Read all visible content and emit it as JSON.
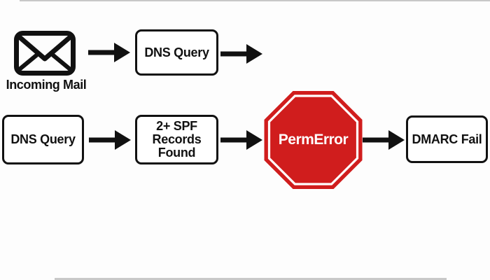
{
  "diagram": {
    "background": "#fdfdfd",
    "colors": {
      "line": "#111111",
      "box_fill": "#ffffff",
      "stop_red": "#d01d1d",
      "stop_text": "#ffffff",
      "edge_noise": "#c8c8c8"
    },
    "top_row": {
      "incoming_mail_label": "Incoming Mail",
      "dns_query_label": "DNS Query"
    },
    "bottom_row": {
      "dns_query_label": "DNS Query",
      "spf_lines": [
        "2+ SPF",
        "Records",
        "Found"
      ],
      "stop_sign_label": "PermError",
      "dmarc_fail_label": "DMARC Fail"
    }
  }
}
